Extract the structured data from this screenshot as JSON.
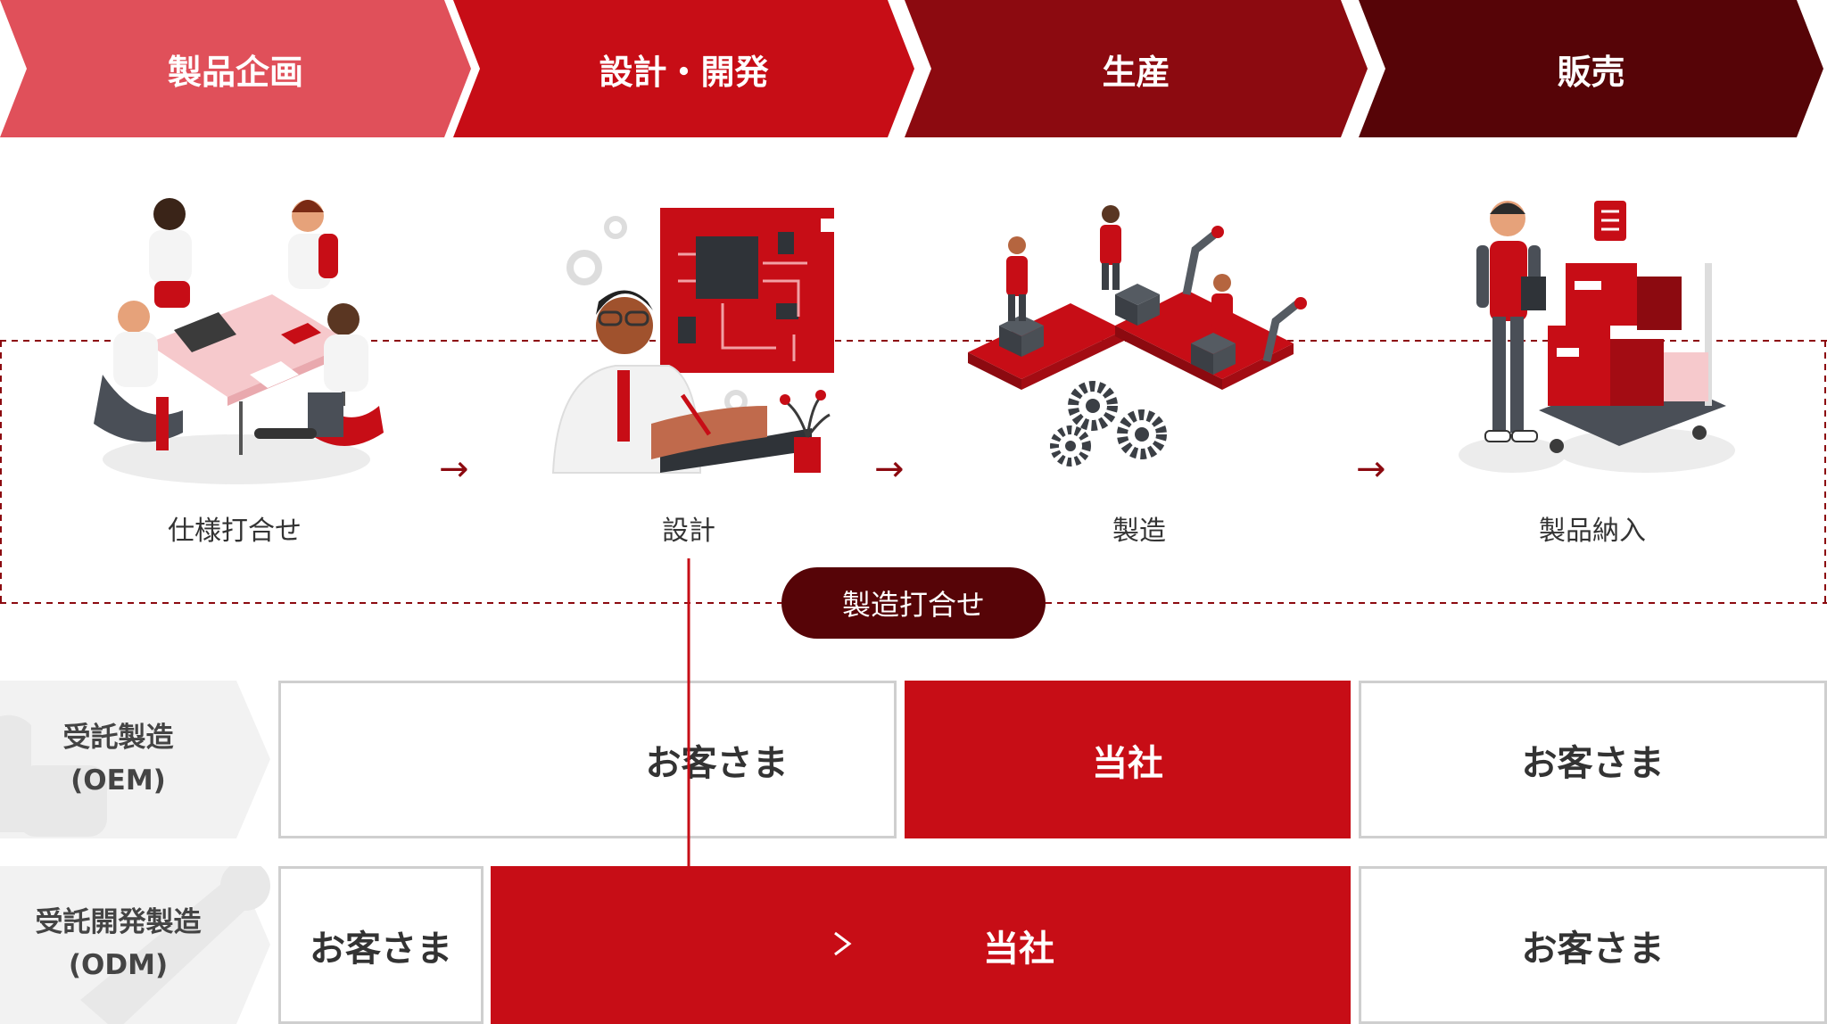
{
  "stages": [
    {
      "label": "製品企画",
      "color": "#e0505a"
    },
    {
      "label": "設計・開発",
      "color": "#c70d16"
    },
    {
      "label": "生産",
      "color": "#8c0a10"
    },
    {
      "label": "販売",
      "color": "#560407"
    }
  ],
  "steps": [
    {
      "caption": "仕様打合せ",
      "illustration": "meeting-illustration"
    },
    {
      "caption": "設計",
      "illustration": "design-engineer-illustration"
    },
    {
      "caption": "製造",
      "illustration": "factory-conveyor-illustration"
    },
    {
      "caption": "製品納入",
      "illustration": "delivery-boxes-illustration"
    }
  ],
  "flow_arrow_glyph": "→",
  "meeting_badge": "製造打合せ",
  "rows": [
    {
      "label_line1": "受託製造",
      "label_line2": "(OEM)",
      "icon": "hand-icon",
      "cells": [
        {
          "text": "お客さま",
          "style": "outline"
        },
        {
          "text": "当社",
          "style": "filled"
        },
        {
          "text": "お客さま",
          "style": "outline"
        }
      ]
    },
    {
      "label_line1": "受託開発製造",
      "label_line2": "(ODM)",
      "icon": "wrench-icon",
      "cells": [
        {
          "text": "お客さま",
          "style": "outline"
        },
        {
          "text": "当社",
          "style": "filled"
        },
        {
          "text": "お客さま",
          "style": "outline"
        }
      ]
    }
  ],
  "colors": {
    "accent": "#c70d16",
    "dark": "#560407",
    "dashed_border": "#8c0a10",
    "label_bg": "#f2f2f2"
  }
}
